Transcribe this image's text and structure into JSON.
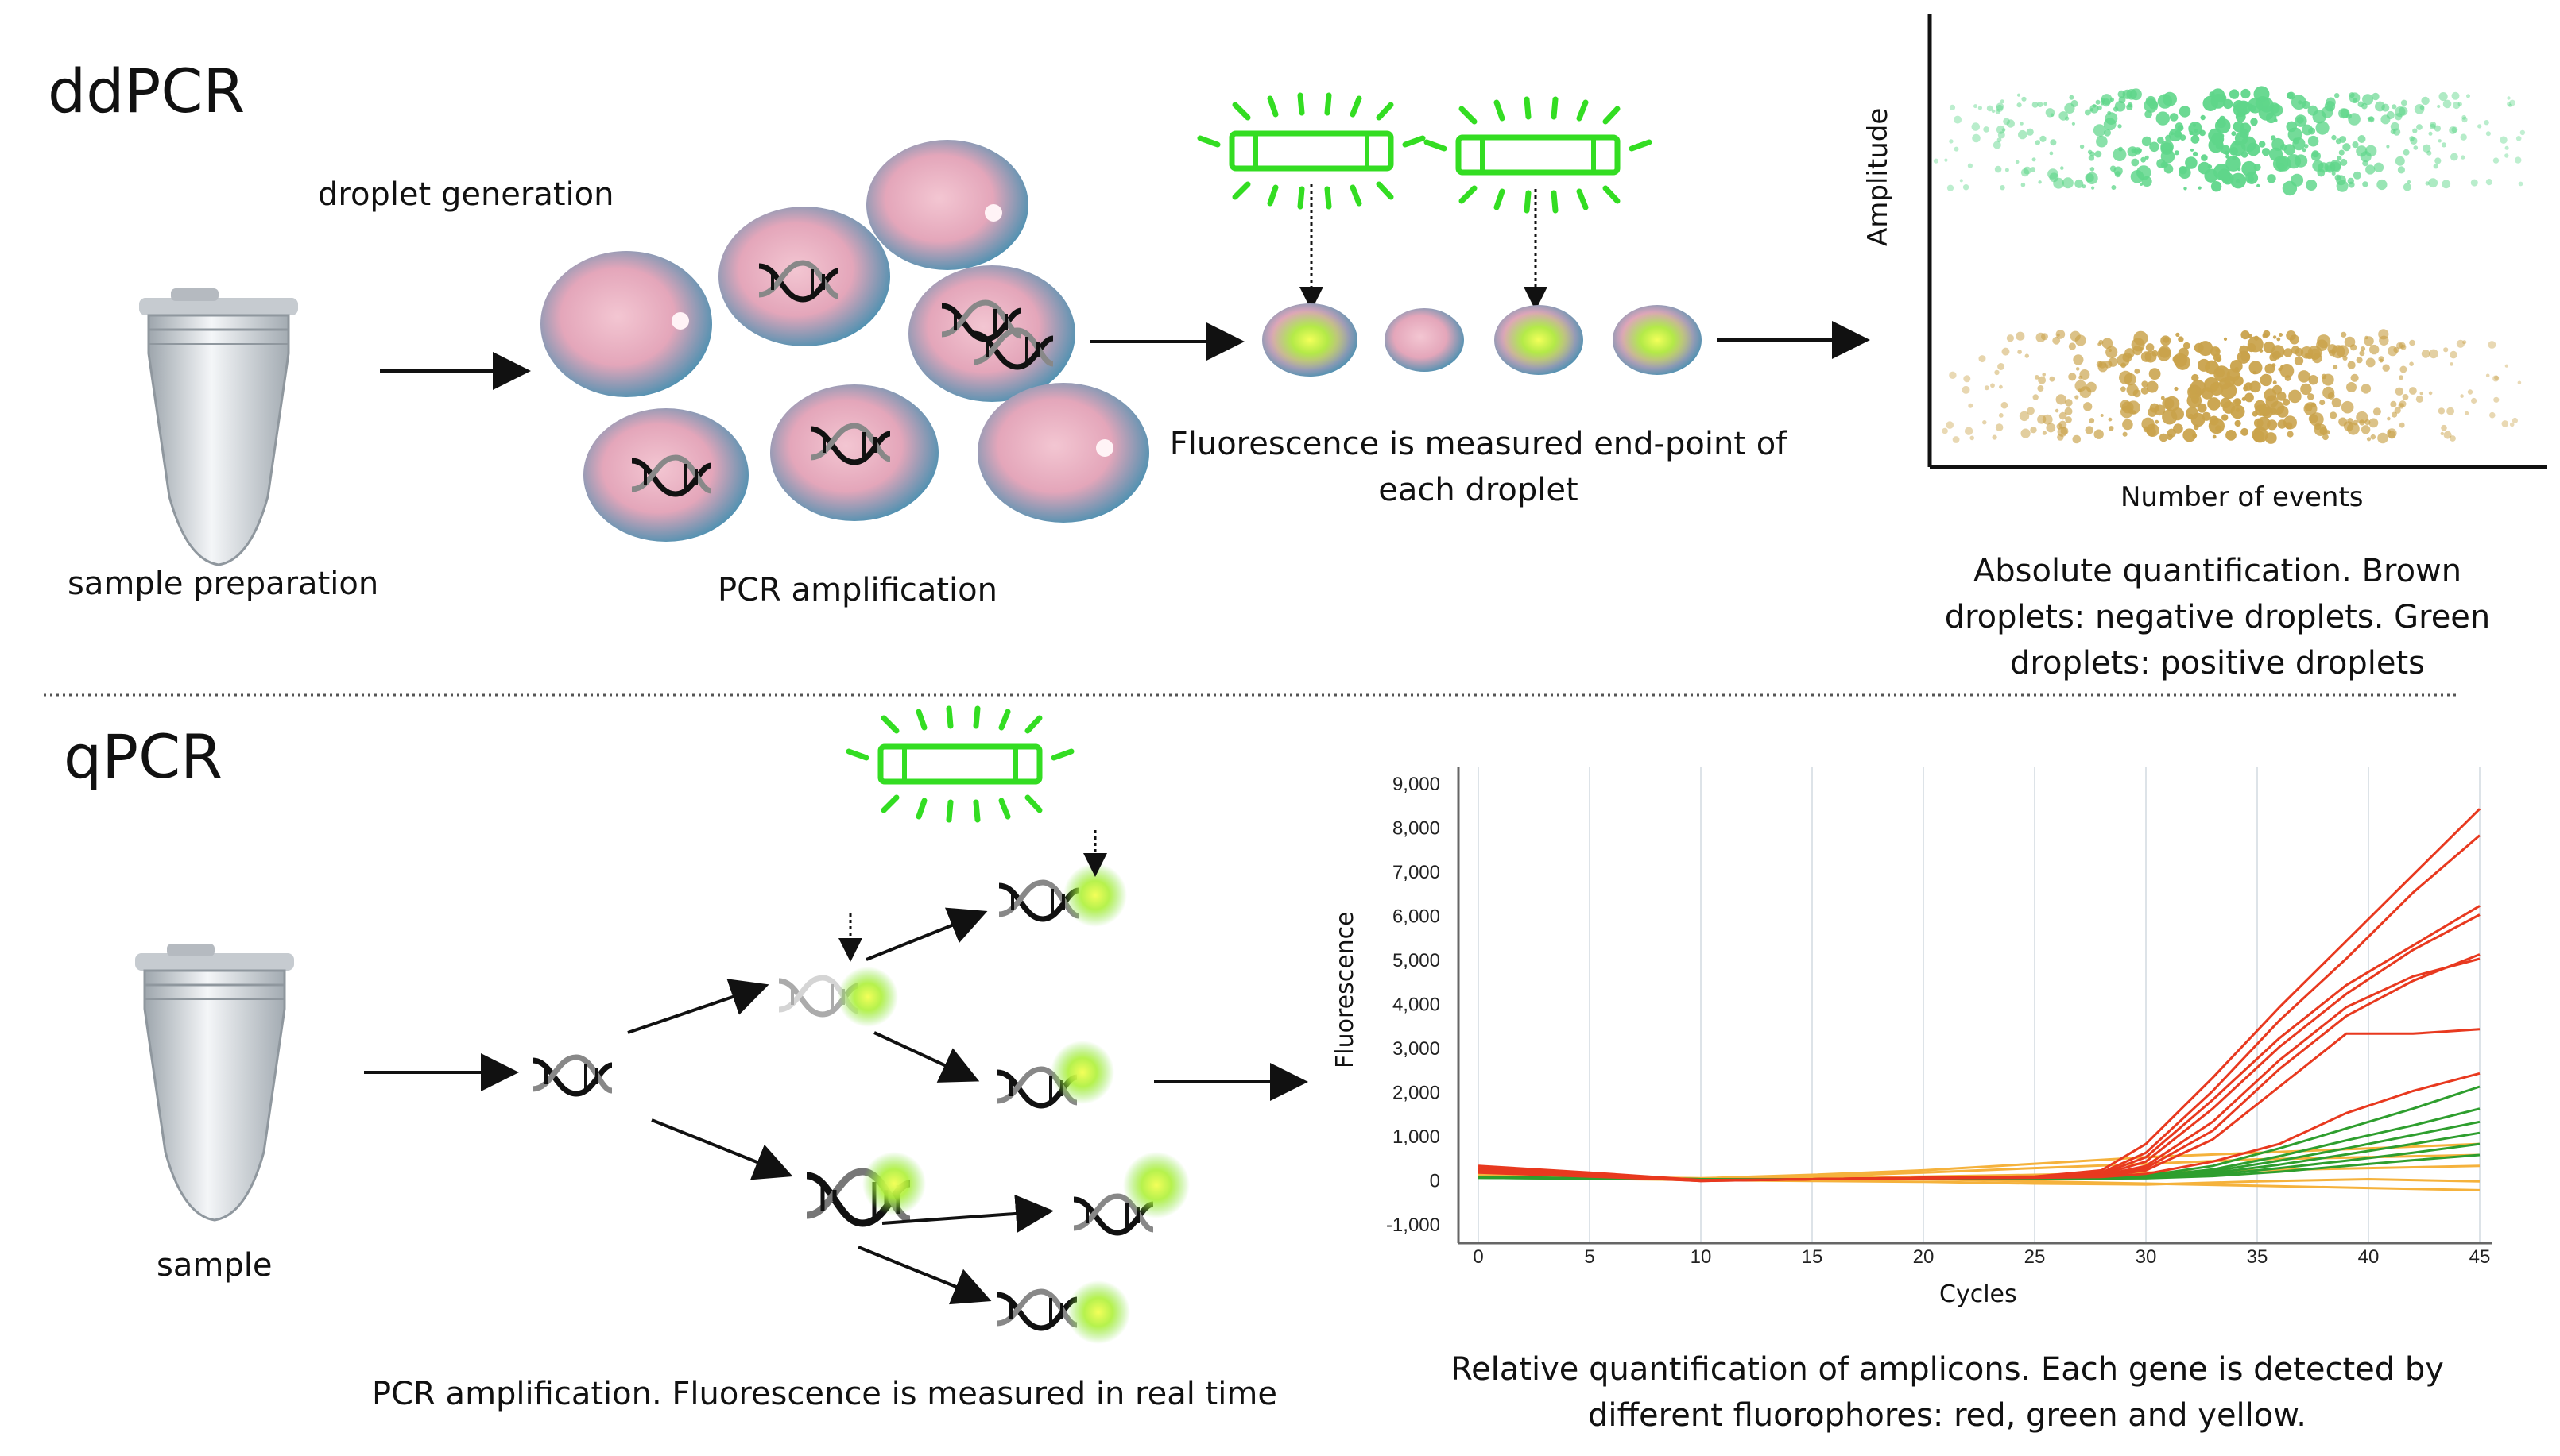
{
  "ddpcr": {
    "title": "ddPCR",
    "droplet_generation": "droplet generation",
    "sample_preparation": "sample preparation",
    "pcr_amplification": "PCR amplification",
    "fluorescence_note": "Fluorescence is measured end-point of each droplet",
    "scatter_ylabel": "Amplitude",
    "scatter_xlabel": "Number of events",
    "caption": "Absolute quantification.  Brown droplets: negative droplets.  Green droplets: positive droplets"
  },
  "qpcr": {
    "title": "qPCR",
    "sample": "sample",
    "caption_left": "PCR amplification. Fluorescence is measured in real time",
    "caption_right": "Relative quantification of amplicons. Each gene is detected by different fluorophores: red, green and yellow."
  },
  "colors": {
    "red": "#e8391f",
    "green": "#2e9e2e",
    "yellow": "#f5b23c",
    "neg_droplets": "#c9a24a",
    "pos_droplets": "#5fd68a",
    "lamp": "#33dd22"
  },
  "chart_data": {
    "type": "line",
    "xlabel": "Cycles",
    "ylabel": "Fluorescence",
    "xlim": [
      0,
      45
    ],
    "ylim": [
      -1000,
      9000
    ],
    "xticks": [
      0,
      5,
      10,
      15,
      20,
      25,
      30,
      35,
      40,
      45
    ],
    "yticks": [
      -1000,
      0,
      1000,
      2000,
      3000,
      4000,
      5000,
      6000,
      7000,
      8000,
      9000
    ],
    "ytick_labels": [
      "-1,000",
      "0",
      "1,000",
      "2,000",
      "3,000",
      "4,000",
      "5,000",
      "6,000",
      "7,000",
      "8,000",
      "9,000"
    ],
    "series": [
      {
        "color": "red",
        "x": [
          0,
          5,
          10,
          15,
          20,
          25,
          28,
          30,
          33,
          36,
          39,
          42,
          45
        ],
        "y": [
          300,
          150,
          -20,
          0,
          30,
          60,
          200,
          800,
          2300,
          3900,
          5400,
          6900,
          8400
        ]
      },
      {
        "color": "red",
        "x": [
          0,
          5,
          10,
          15,
          20,
          25,
          28,
          30,
          33,
          36,
          39,
          42,
          45
        ],
        "y": [
          250,
          120,
          -30,
          0,
          30,
          60,
          150,
          600,
          2000,
          3600,
          5000,
          6500,
          7800
        ]
      },
      {
        "color": "red",
        "x": [
          0,
          5,
          10,
          15,
          20,
          25,
          28,
          30,
          33,
          36,
          39,
          42,
          45
        ],
        "y": [
          200,
          100,
          -30,
          0,
          30,
          50,
          120,
          500,
          1800,
          3200,
          4400,
          5300,
          6200
        ]
      },
      {
        "color": "red",
        "x": [
          0,
          5,
          10,
          15,
          20,
          25,
          28,
          30,
          33,
          36,
          39,
          42,
          45
        ],
        "y": [
          250,
          100,
          -40,
          0,
          30,
          50,
          100,
          400,
          1600,
          3000,
          4200,
          5200,
          6000
        ]
      },
      {
        "color": "red",
        "x": [
          0,
          5,
          10,
          15,
          20,
          25,
          28,
          30,
          33,
          36,
          39,
          42,
          45
        ],
        "y": [
          200,
          80,
          -40,
          0,
          30,
          40,
          80,
          300,
          1300,
          2700,
          3900,
          4600,
          5000
        ]
      },
      {
        "color": "red",
        "x": [
          0,
          5,
          10,
          15,
          20,
          25,
          28,
          30,
          33,
          36,
          39,
          42,
          45
        ],
        "y": [
          220,
          90,
          -30,
          0,
          30,
          40,
          70,
          250,
          1100,
          2500,
          3700,
          4500,
          5100
        ]
      },
      {
        "color": "red",
        "x": [
          0,
          5,
          10,
          15,
          20,
          25,
          28,
          30,
          33,
          36,
          39,
          42,
          45
        ],
        "y": [
          180,
          80,
          -30,
          0,
          20,
          40,
          60,
          200,
          900,
          2100,
          3300,
          3300,
          3400
        ]
      },
      {
        "color": "red",
        "x": [
          0,
          5,
          10,
          15,
          20,
          25,
          28,
          30,
          33,
          36,
          39,
          42,
          45
        ],
        "y": [
          150,
          60,
          -30,
          0,
          20,
          30,
          50,
          120,
          400,
          800,
          1500,
          2000,
          2400
        ]
      },
      {
        "color": "green",
        "x": [
          0,
          5,
          10,
          15,
          20,
          25,
          30,
          33,
          36,
          39,
          42,
          45
        ],
        "y": [
          50,
          20,
          0,
          0,
          10,
          20,
          80,
          300,
          700,
          1150,
          1600,
          2100
        ]
      },
      {
        "color": "green",
        "x": [
          0,
          5,
          10,
          15,
          20,
          25,
          30,
          33,
          36,
          39,
          42,
          45
        ],
        "y": [
          50,
          20,
          0,
          0,
          10,
          20,
          60,
          220,
          520,
          880,
          1220,
          1600
        ]
      },
      {
        "color": "green",
        "x": [
          0,
          5,
          10,
          15,
          20,
          25,
          30,
          33,
          36,
          39,
          42,
          45
        ],
        "y": [
          40,
          20,
          0,
          0,
          10,
          20,
          50,
          180,
          420,
          700,
          1000,
          1300
        ]
      },
      {
        "color": "green",
        "x": [
          0,
          5,
          10,
          15,
          20,
          25,
          30,
          33,
          36,
          39,
          42,
          45
        ],
        "y": [
          40,
          20,
          0,
          0,
          10,
          20,
          40,
          140,
          330,
          560,
          800,
          1050
        ]
      },
      {
        "color": "green",
        "x": [
          0,
          5,
          10,
          15,
          20,
          25,
          30,
          33,
          36,
          39,
          42,
          45
        ],
        "y": [
          30,
          10,
          0,
          0,
          10,
          20,
          30,
          100,
          250,
          420,
          600,
          800
        ]
      },
      {
        "color": "green",
        "x": [
          0,
          5,
          10,
          15,
          20,
          25,
          30,
          33,
          36,
          39,
          42,
          45
        ],
        "y": [
          30,
          10,
          0,
          0,
          10,
          15,
          20,
          70,
          170,
          300,
          430,
          550
        ]
      },
      {
        "color": "yellow",
        "x": [
          0,
          5,
          10,
          15,
          20,
          25,
          30,
          35,
          40,
          45
        ],
        "y": [
          100,
          60,
          20,
          100,
          200,
          350,
          500,
          600,
          700,
          800
        ]
      },
      {
        "color": "yellow",
        "x": [
          0,
          5,
          10,
          15,
          20,
          25,
          30,
          35,
          40,
          45
        ],
        "y": [
          80,
          40,
          20,
          60,
          150,
          250,
          350,
          450,
          500,
          550
        ]
      },
      {
        "color": "yellow",
        "x": [
          0,
          5,
          10,
          15,
          20,
          25,
          30,
          35,
          40,
          45
        ],
        "y": [
          60,
          30,
          10,
          30,
          60,
          100,
          150,
          200,
          250,
          300
        ]
      },
      {
        "color": "yellow",
        "x": [
          0,
          5,
          10,
          15,
          20,
          25,
          30,
          35,
          40,
          45
        ],
        "y": [
          50,
          20,
          0,
          0,
          0,
          -50,
          -100,
          -150,
          -200,
          -250
        ]
      },
      {
        "color": "yellow",
        "x": [
          0,
          5,
          10,
          15,
          20,
          25,
          30,
          35,
          40,
          45
        ],
        "y": [
          40,
          10,
          -20,
          -40,
          -60,
          -100,
          -120,
          -50,
          0,
          -50
        ]
      }
    ]
  }
}
